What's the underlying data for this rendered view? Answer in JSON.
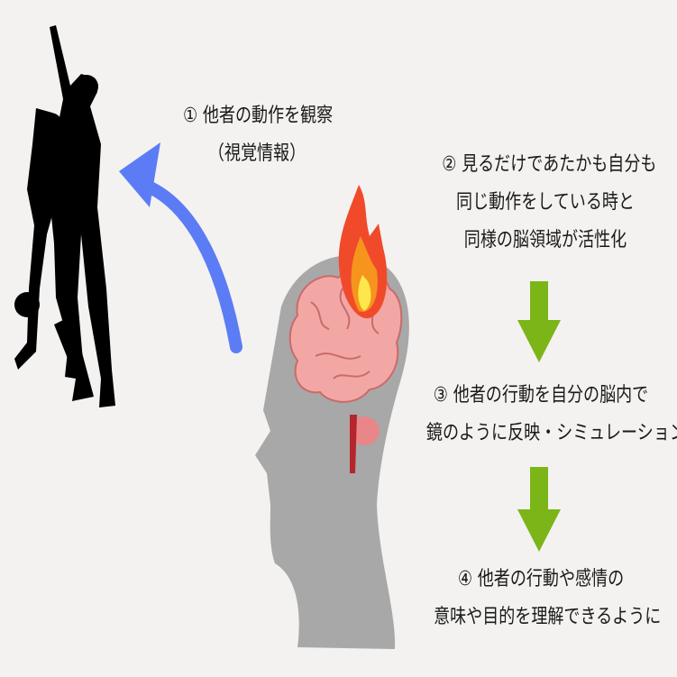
{
  "steps": [
    {
      "lines": [
        "① 他者の動作を観察",
        "（視覚情報）"
      ]
    },
    {
      "lines": [
        "② 見るだけであたかも自分も",
        "同じ動作をしている時と",
        "同様の脳領域が活性化"
      ]
    },
    {
      "lines": [
        "③ 他者の行動を自分の脳内で",
        "鏡のように反映・シミュレーション"
      ]
    },
    {
      "lines": [
        "④ 他者の行動や感情の",
        "意味や目的を理解できるように"
      ]
    }
  ],
  "colors": {
    "background": "#f3f2f0",
    "blue_arrow": "#5b7cf5",
    "green_arrow": "#7cb518",
    "head": "#a8a8a8",
    "brain": "#f2a7a5",
    "flame": "#f04a2a"
  }
}
